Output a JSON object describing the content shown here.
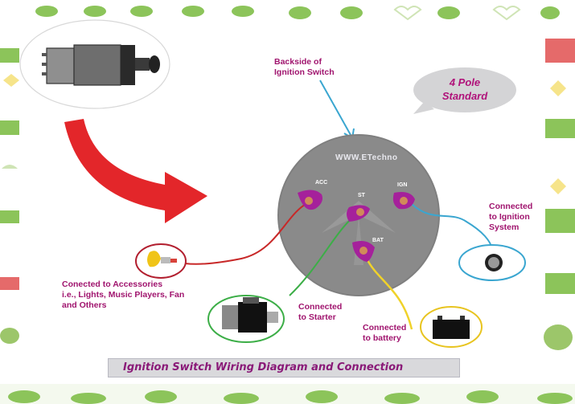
{
  "labels": {
    "backside": "Backside of\nIgnition Switch",
    "pole": "4 Pole\nStandard",
    "watermark": "WWW.ETechno",
    "accessories": "Conected to Accessories\ni.e., Lights, Music Players, Fan\nand Others",
    "starter": "Connected\nto Starter",
    "battery": "Connected\nto battery",
    "ignition": "Connected\nto Ignition\nSystem",
    "caption": "Ignition Switch Wiring Diagram and Connection"
  },
  "terminals": {
    "acc": "ACC",
    "st": "ST",
    "ign": "IGN",
    "bat": "BAT"
  },
  "colors": {
    "terminal": "#a5219b",
    "switch_body": "#808080",
    "arrow": "#e3262a",
    "wire_acc": "#c82828",
    "wire_starter": "#3cae47",
    "wire_battery": "#f0d22a",
    "wire_ignition": "#3aa6d0",
    "frame_green": "#8cc45a"
  },
  "icons": [
    "ignition-switch-icon",
    "lamp-icon",
    "starter-motor-icon",
    "battery-icon",
    "ignition-coil-icon"
  ]
}
